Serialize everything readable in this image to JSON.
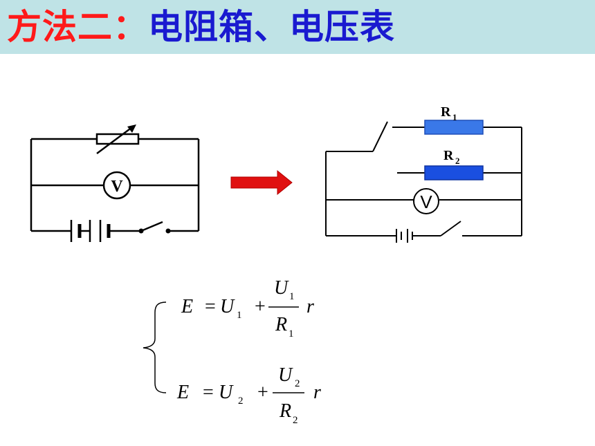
{
  "title": {
    "part1": "方法二：",
    "part2": "电阻箱、电压表"
  },
  "colors": {
    "title_red": "#ff1a1a",
    "title_blue": "#1a1ad0",
    "title_bg": "#bfe3e6",
    "resistor_blue": "#2266e0",
    "arrow_red": "#e01010"
  },
  "left_circuit": {
    "voltmeter_label": "V"
  },
  "right_circuit": {
    "r1": {
      "main": "R",
      "sub": "1"
    },
    "r2": {
      "main": "R",
      "sub": "2"
    },
    "voltmeter_label": "V"
  },
  "equations": {
    "eq1": {
      "E": "E",
      "eq": "=",
      "U": "U",
      "U_sub": "1",
      "plus": "+",
      "num": "U",
      "num_sub": "1",
      "den": "R",
      "den_sub": "1",
      "r": "r"
    },
    "eq2": {
      "E": "E",
      "eq": "=",
      "U": "U",
      "U_sub": "2",
      "plus": "+",
      "num": "U",
      "num_sub": "2",
      "den": "R",
      "den_sub": "2",
      "r": "r"
    }
  }
}
